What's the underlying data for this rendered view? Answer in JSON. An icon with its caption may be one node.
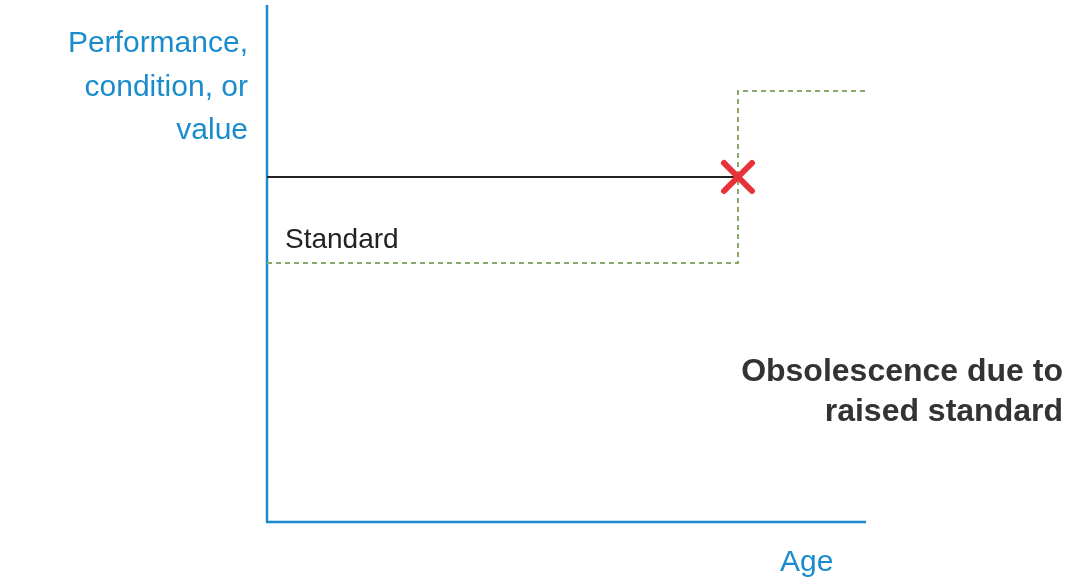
{
  "diagram": {
    "title": "Obsolescence due to raised standard",
    "labels": [
      "Performance, condition, or value",
      "Standard",
      "Age"
    ]
  }
}
